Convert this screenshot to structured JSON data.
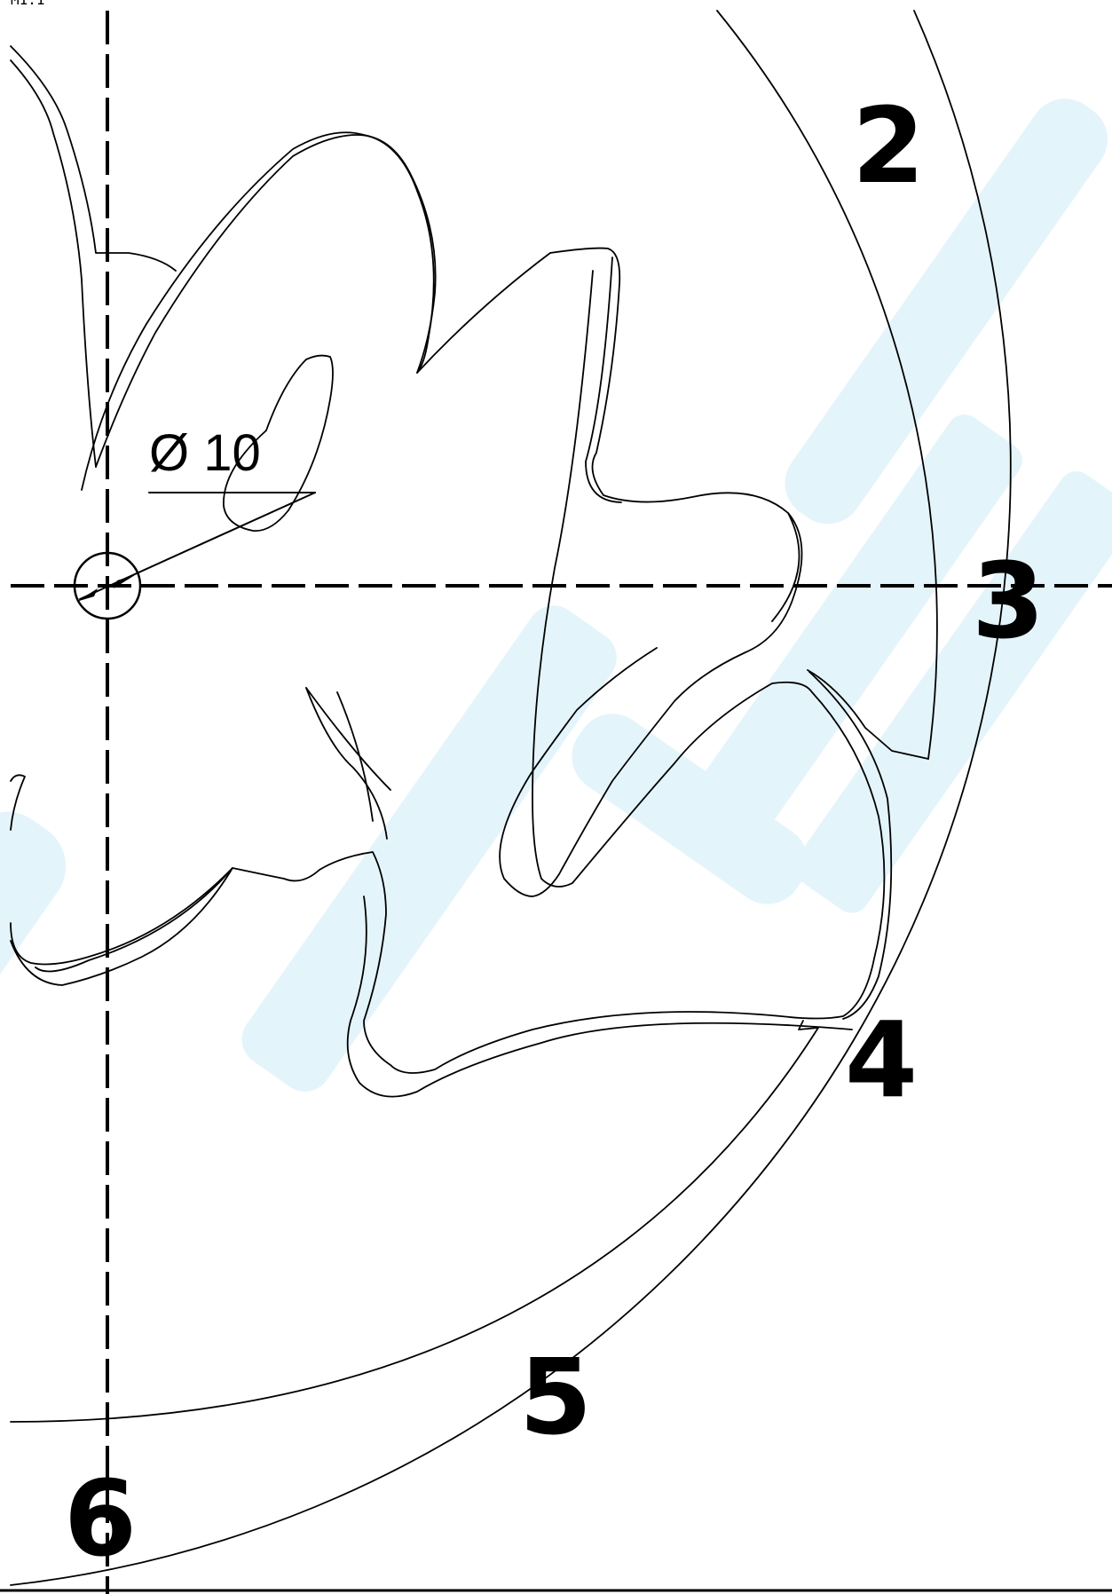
{
  "scale_label": "M1:1",
  "dimension_label": "Ø 10",
  "sector_numbers": [
    "2",
    "3",
    "4",
    "5",
    "6"
  ],
  "colors": {
    "line": "#000000",
    "watermark": "#e4f4fb",
    "background": "#ffffff"
  }
}
